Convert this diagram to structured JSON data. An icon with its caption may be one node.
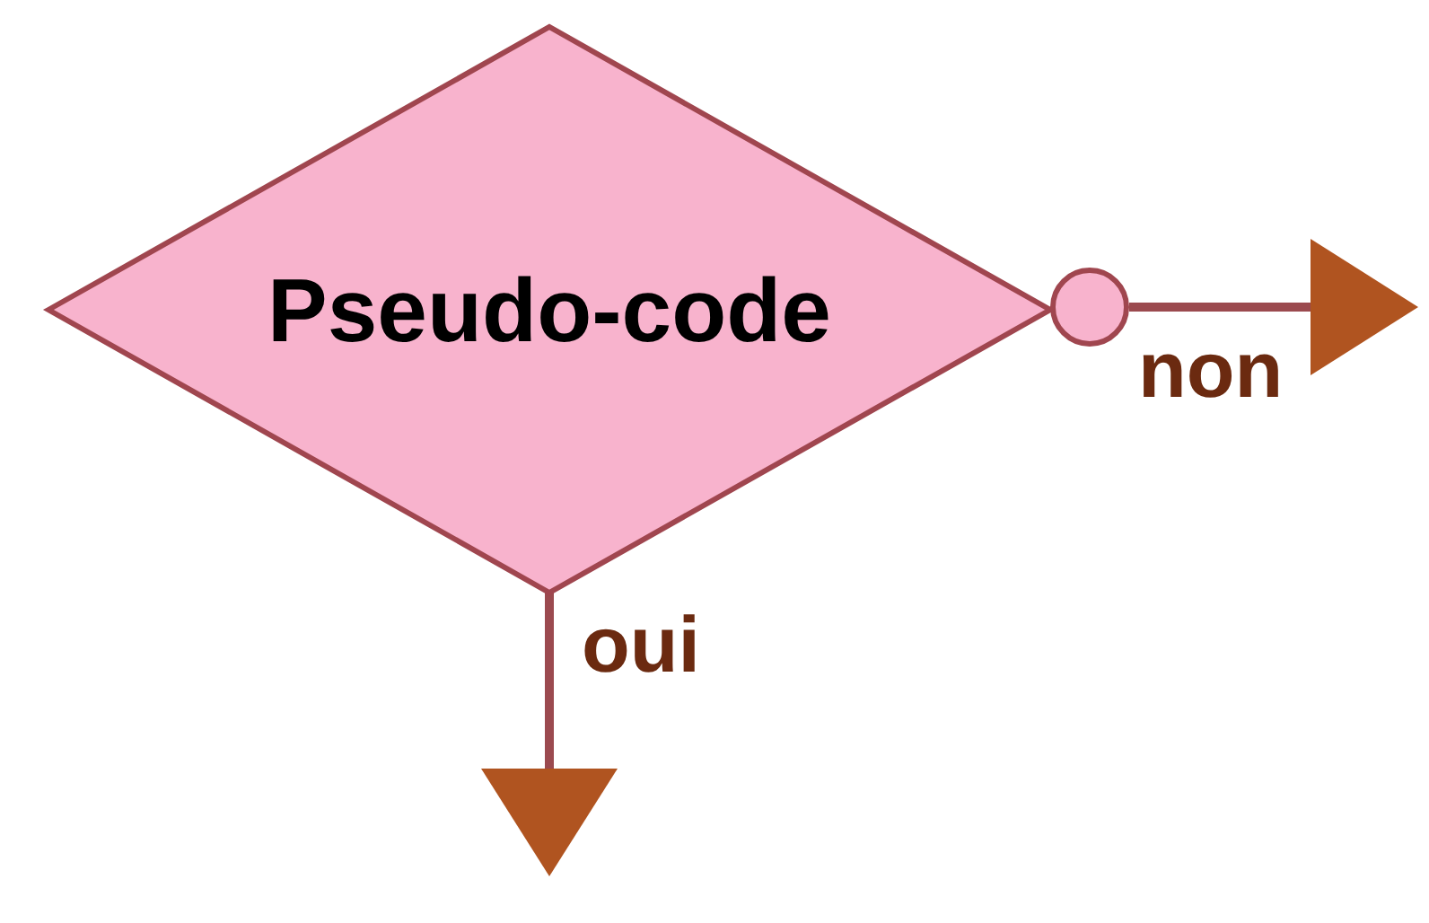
{
  "diagram": {
    "nodes": [
      {
        "text": [
          "Pseudo-code"
        ]
      },
      {
        "text": [],
        "shape": "circle"
      }
    ],
    "edges": [
      {
        "from": 1,
        "to": null,
        "arrow": "to",
        "label": "non"
      },
      {
        "from": 0,
        "to": null,
        "arrow": "to",
        "label": "oui"
      }
    ]
  }
}
